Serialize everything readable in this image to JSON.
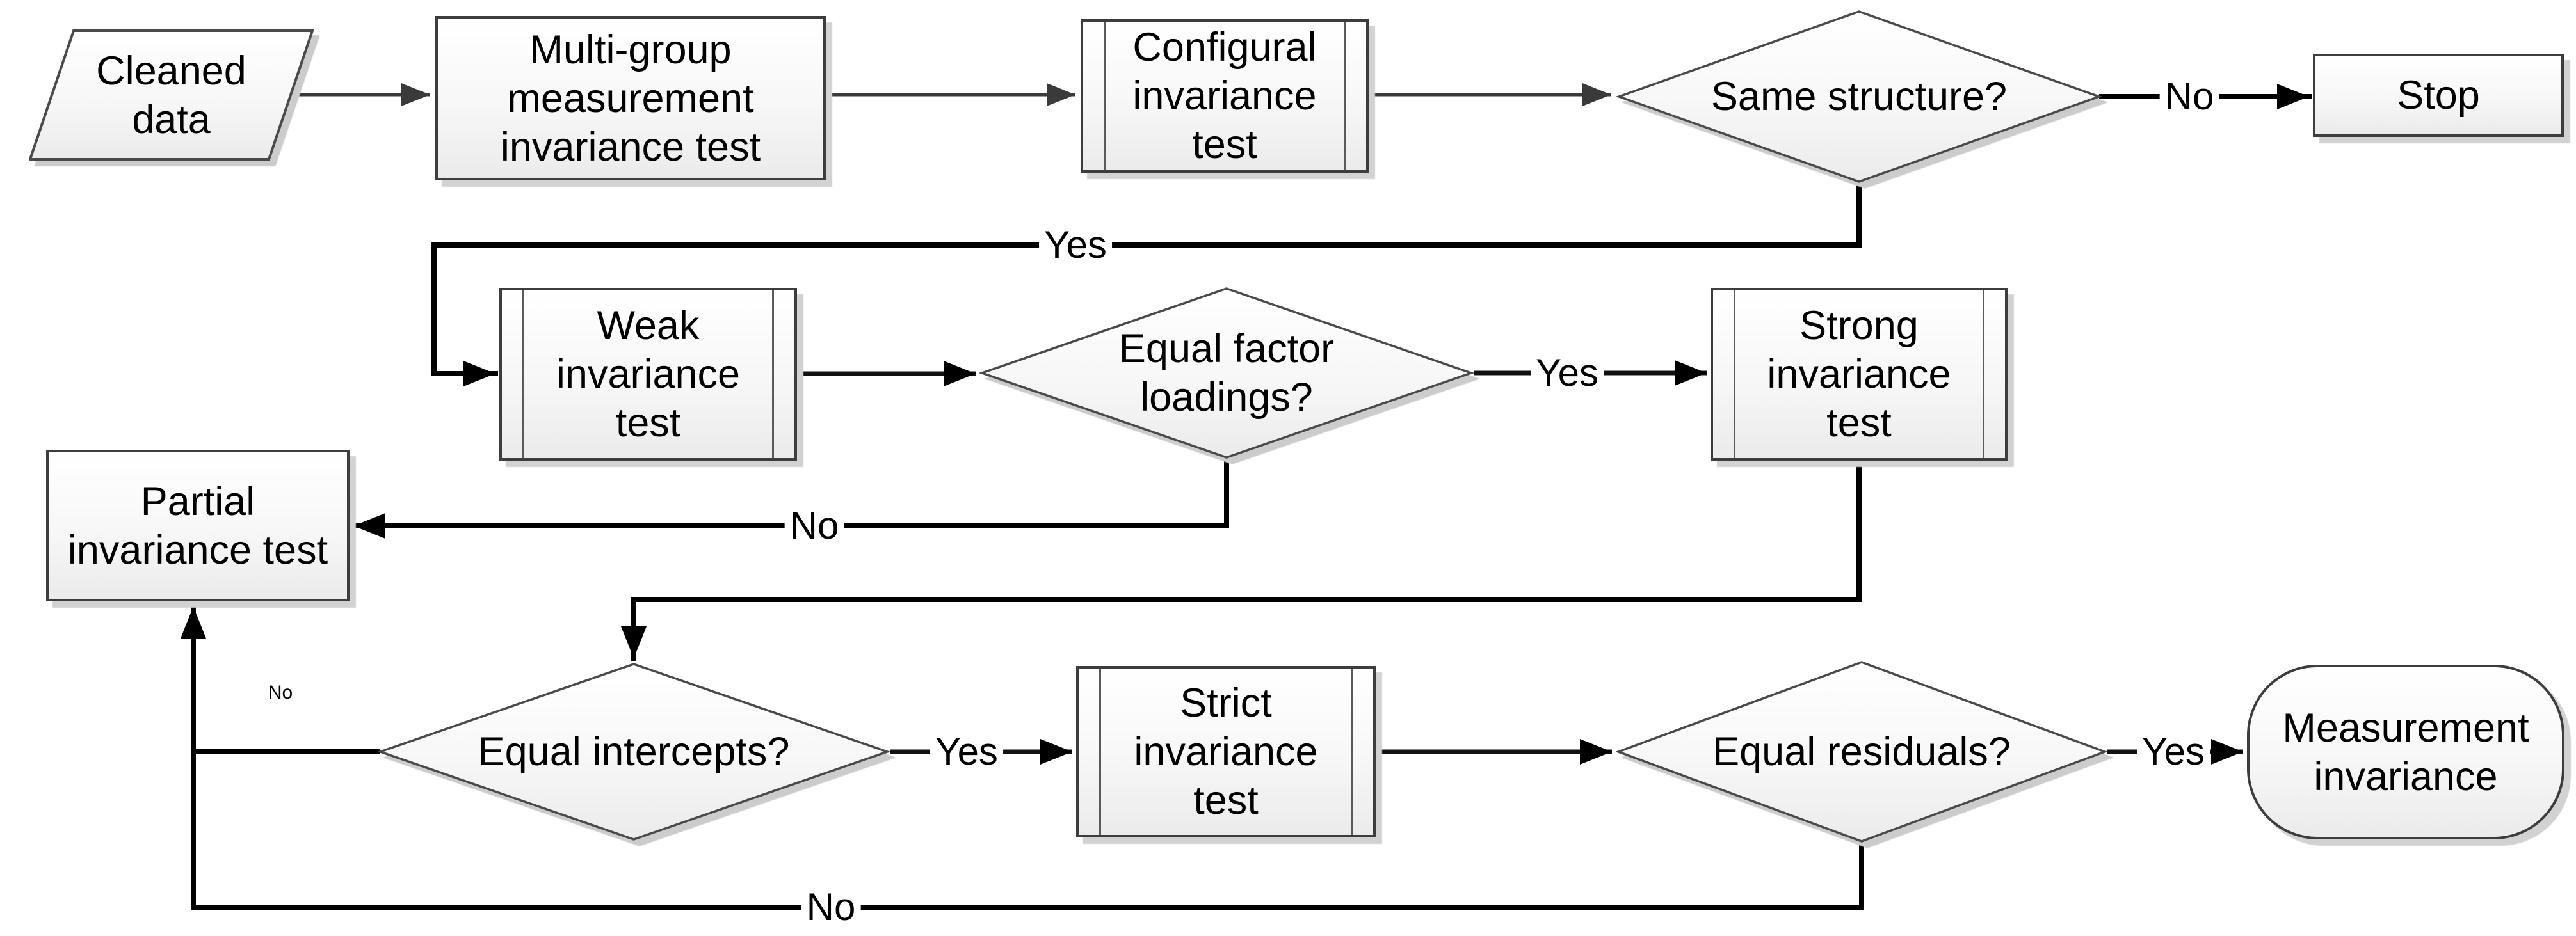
{
  "diagram": {
    "nodes": [
      {
        "id": "cleaned-data",
        "type": "data",
        "label": "Cleaned\ndata"
      },
      {
        "id": "multi-group-test",
        "type": "process",
        "label": "Multi-group\nmeasurement\ninvariance test"
      },
      {
        "id": "configural-test",
        "type": "predefined-process",
        "label": "Configural\ninvariance\ntest"
      },
      {
        "id": "same-structure",
        "type": "decision",
        "label": "Same structure?"
      },
      {
        "id": "stop",
        "type": "process",
        "label": "Stop"
      },
      {
        "id": "weak-test",
        "type": "predefined-process",
        "label": "Weak\ninvariance\ntest"
      },
      {
        "id": "equal-factor-loadings",
        "type": "decision",
        "label": "Equal factor\nloadings?"
      },
      {
        "id": "strong-test",
        "type": "predefined-process",
        "label": "Strong\ninvariance\ntest"
      },
      {
        "id": "partial-test",
        "type": "process",
        "label": "Partial\ninvariance test"
      },
      {
        "id": "equal-intercepts",
        "type": "decision",
        "label": "Equal intercepts?"
      },
      {
        "id": "strict-test",
        "type": "predefined-process",
        "label": "Strict\ninvariance\ntest"
      },
      {
        "id": "equal-residuals",
        "type": "decision",
        "label": "Equal residuals?"
      },
      {
        "id": "measurement-invariance",
        "type": "terminator",
        "label": "Measurement\ninvariance"
      }
    ],
    "edges": [
      {
        "from": "cleaned-data",
        "to": "multi-group-test",
        "label": ""
      },
      {
        "from": "multi-group-test",
        "to": "configural-test",
        "label": ""
      },
      {
        "from": "configural-test",
        "to": "same-structure",
        "label": ""
      },
      {
        "from": "same-structure",
        "to": "stop",
        "label": "No"
      },
      {
        "from": "same-structure",
        "to": "weak-test",
        "label": "Yes"
      },
      {
        "from": "weak-test",
        "to": "equal-factor-loadings",
        "label": ""
      },
      {
        "from": "equal-factor-loadings",
        "to": "strong-test",
        "label": "Yes"
      },
      {
        "from": "equal-factor-loadings",
        "to": "partial-test",
        "label": "No"
      },
      {
        "from": "strong-test",
        "to": "equal-intercepts",
        "label": ""
      },
      {
        "from": "equal-intercepts",
        "to": "strict-test",
        "label": "Yes"
      },
      {
        "from": "equal-intercepts",
        "to": "partial-test",
        "label": "No"
      },
      {
        "from": "strict-test",
        "to": "equal-residuals",
        "label": ""
      },
      {
        "from": "equal-residuals",
        "to": "measurement-invariance",
        "label": "Yes"
      },
      {
        "from": "equal-residuals",
        "to": "partial-test",
        "label": "No"
      }
    ],
    "colors": {
      "shape_fill_top": "#ffffff",
      "shape_fill_bottom": "#ebebeb",
      "shape_border": "#3d3d3d",
      "line": "#111111",
      "text": "#000000"
    }
  }
}
